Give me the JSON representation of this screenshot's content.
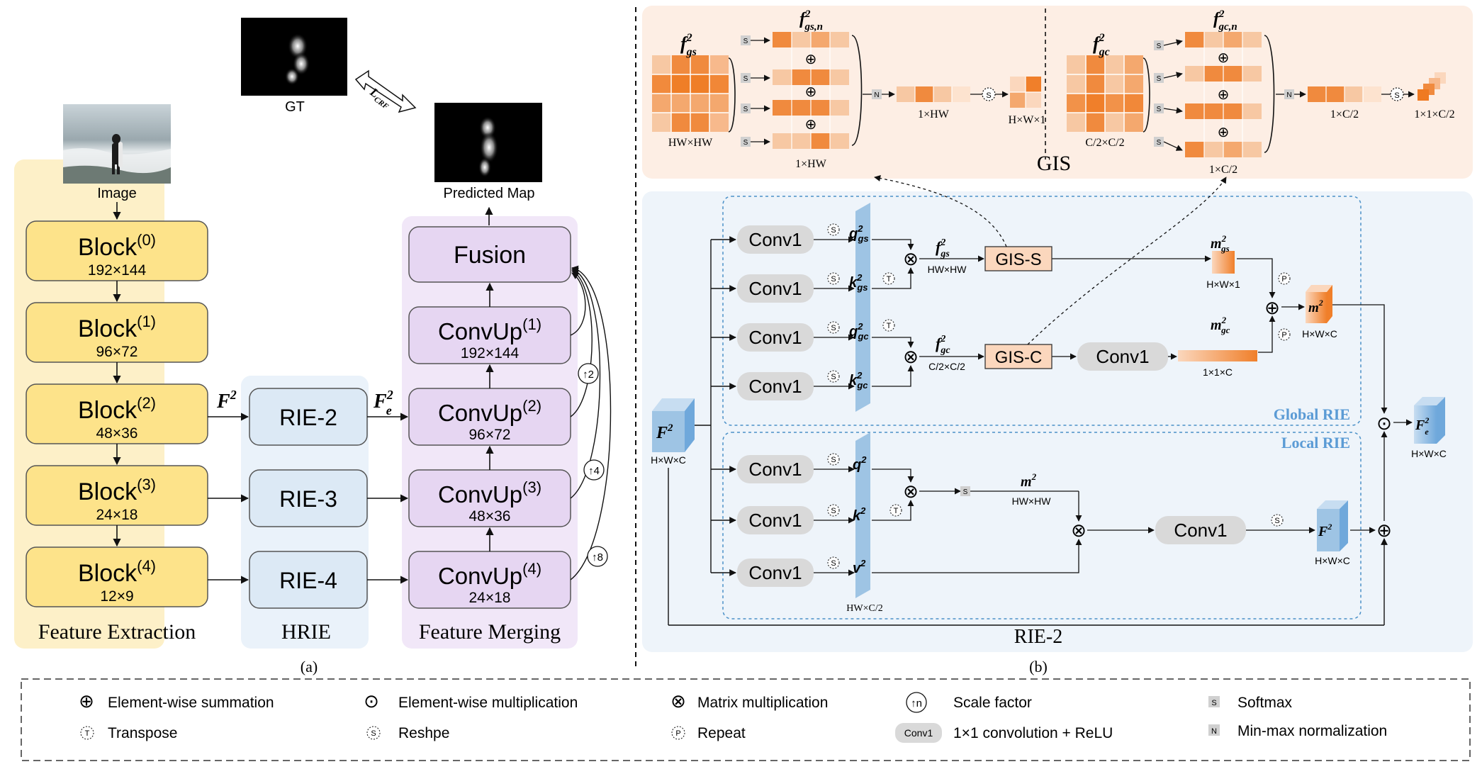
{
  "panel_a": {
    "image_label": "Image",
    "gt_label": "GT",
    "crf_label": "L",
    "crf_sub": "CRF",
    "predicted_label": "Predicted Map",
    "blocks": [
      {
        "title": "Block",
        "sup": "(0)",
        "size": "192×144"
      },
      {
        "title": "Block",
        "sup": "(1)",
        "size": "96×72"
      },
      {
        "title": "Block",
        "sup": "(2)",
        "size": "48×36"
      },
      {
        "title": "Block",
        "sup": "(3)",
        "size": "24×18"
      },
      {
        "title": "Block",
        "sup": "(4)",
        "size": "12×9"
      }
    ],
    "f2_label": "F",
    "f2_sup": "2",
    "fe2_label": "F",
    "fe2_sub": "e",
    "fe2_sup": "2",
    "rie": [
      "RIE-2",
      "RIE-3",
      "RIE-4"
    ],
    "fusion": "Fusion",
    "convups": [
      {
        "title": "ConvUp",
        "sup": "(1)",
        "size": "192×144"
      },
      {
        "title": "ConvUp",
        "sup": "(2)",
        "size": "96×72"
      },
      {
        "title": "ConvUp",
        "sup": "(3)",
        "size": "48×36"
      },
      {
        "title": "ConvUp",
        "sup": "(4)",
        "size": "24×18"
      }
    ],
    "scale_factors": [
      "2",
      "4",
      "8"
    ],
    "section_labels": {
      "fe": "Feature Extraction",
      "hrie": "HRIE",
      "fm": "Feature Merging"
    },
    "caption": "(a)"
  },
  "panel_b": {
    "gis": {
      "title": "GIS",
      "fgs_label": "f",
      "fgs_sub": "gs",
      "fgs_sup": "2",
      "fgsn_sub": "gs,n",
      "fgc_sub": "gc",
      "fgcn_sub": "gc,n",
      "hwhw": "HW×HW",
      "one_hw": "1×HW",
      "one_hw_b": "1×HW",
      "hw1": "H×W×1",
      "c2c2": "C/2×C/2",
      "one_c2": "1×C/2",
      "one_c2_b": "1×C/2",
      "one_one_c2": "1×1×C/2",
      "s": "S",
      "n": "N",
      "circ_s": "S"
    },
    "rie": {
      "title": "RIE-2",
      "global_label": "Global RIE",
      "local_label": "Local RIE",
      "conv1": "Conv1",
      "f2_dims": "H×W×C",
      "qgs_sub": "gs",
      "kgs_sub": "gs",
      "qgc_sub": "gc",
      "kgc_sub": "gc",
      "fgs2": "f",
      "fgs2_dims": "HW×HW",
      "fgc2_dims": "C/2×C/2",
      "gis_s": "GIS-S",
      "gis_c": "GIS-C",
      "mgs_dims": "H×W×1",
      "mgc_dims": "1×1×C",
      "mg_dims": "H×W×C",
      "ml_dims": "HW×HW",
      "v_dims": "HW×C/2",
      "fl_dims": "H×W×C",
      "fe_dims": "H×W×C",
      "t": "T",
      "p": "P"
    },
    "caption": "(b)"
  },
  "legend": [
    {
      "symbol": "oplus",
      "text": "Element-wise summation"
    },
    {
      "symbol": "odot",
      "text": "Element-wise multiplication"
    },
    {
      "symbol": "otimes",
      "text": "Matrix multiplication"
    },
    {
      "symbol": "scale",
      "text": "Scale factor",
      "glyph": "n"
    },
    {
      "symbol": "softmax",
      "text": "Softmax",
      "glyph": "S"
    },
    {
      "symbol": "transpose",
      "text": "Transpose",
      "glyph": "T"
    },
    {
      "symbol": "reshape",
      "text": "Reshpe",
      "glyph": "S"
    },
    {
      "symbol": "repeat",
      "text": "Repeat",
      "glyph": "P"
    },
    {
      "symbol": "conv",
      "text": "1×1  convolution + ReLU",
      "glyph": "Conv1"
    },
    {
      "symbol": "norm",
      "text": "Min-max normalization",
      "glyph": "N"
    }
  ],
  "colors": {
    "block_fill": "#fde38a",
    "block_bg": "#fdf0c8",
    "rie_fill": "#dce9f5",
    "hrie_bg": "#eaf2fa",
    "convup_fill": "#e6d6f2",
    "fm_bg": "#f1e7f8",
    "gis_bg": "#fdeee4",
    "rie_bg": "#eef4fa",
    "orange": "#f07f2a",
    "blue_box": "#9ec4e4"
  }
}
